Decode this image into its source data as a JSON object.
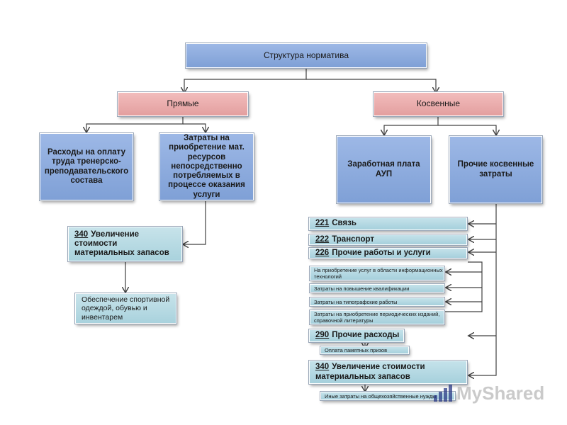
{
  "title": "Структура норматива",
  "direct": "Прямые",
  "indirect": "Косвенные",
  "salary_teachers": "Расходы на оплату труда тренерско-преподавательского состава",
  "materials_costs": "Затраты на приобретение мат. ресурсов непосредственно потребляемых в процессе оказания услуги",
  "aup_salary": "Заработная плата АУП",
  "other_indirect": "Прочие косвенные затраты",
  "left_340": {
    "num": "340",
    "text": "Увеличение стоимости материальных запасов"
  },
  "sport_supplies": "Обеспечение спортивной одеждой, обувью и инвентарем",
  "codes": [
    {
      "num": "221",
      "text": "Связь"
    },
    {
      "num": "222",
      "text": "Транспорт"
    },
    {
      "num": "226",
      "text": "Прочие работы и услуги"
    }
  ],
  "sub226": [
    "На приобретение  услуг в области информационных технологий",
    "Затраты  на повышение квалификации",
    "Затраты  на типографские  работы",
    "Затраты на приобретение  периодических изданий,  справочной литературы"
  ],
  "code290": {
    "num": "290",
    "text": "Прочие расходы"
  },
  "prizes": "Оплата  памятных призов",
  "right_340": {
    "num": "340",
    "text": "Увеличение стоимости материальных запасов"
  },
  "other_household": "Иные затраты  на общехозяйственные  нужды",
  "watermark": "MyShared",
  "colors": {
    "header_blue": "#8faadc",
    "pink": "#e8a9a9",
    "light_blue": "#b7d9e3",
    "line": "#404040"
  }
}
